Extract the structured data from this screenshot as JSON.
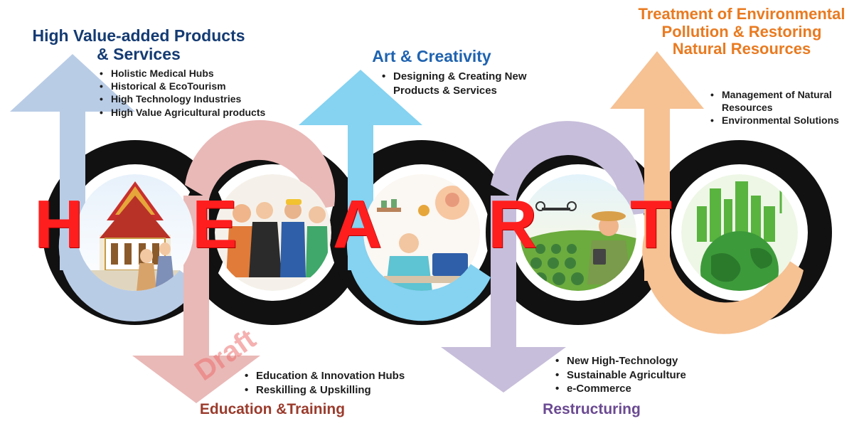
{
  "pillars": {
    "h": {
      "letter": "H",
      "title": "High Value-added Products & Services",
      "bullets": [
        "Holistic Medical Hubs",
        "Historical & EcoTourism",
        "High Technology Industries",
        "High Value Agricultural products"
      ],
      "arrow_color": "#b9cce6",
      "title_color": "#143b73"
    },
    "e": {
      "letter": "E",
      "title": "Education &Training",
      "bullets": [
        "Education & Innovation Hubs",
        "Reskilling & Upskilling"
      ],
      "arrow_color": "#e9b9b7",
      "title_color": "#9b3b2c"
    },
    "a": {
      "letter": "A",
      "title": "Art & Creativity",
      "bullets": [
        "Designing & Creating New Products & Services"
      ],
      "arrow_color": "#85d2f1",
      "title_color": "#1f63b0"
    },
    "r": {
      "letter": "R",
      "title": "Restructuring",
      "bullets": [
        "New High-Technology",
        "Sustainable Agriculture",
        "e-Commerce"
      ],
      "arrow_color": "#c7bedb",
      "title_color": "#6b4a93"
    },
    "t": {
      "letter": "T",
      "title": "Treatment of Environmental Pollution & Restoring Natural Resources",
      "bullets": [
        "Management of Natural Resources",
        "Environmental Solutions"
      ],
      "arrow_color": "#f6c193",
      "title_color": "#e97a20"
    }
  },
  "watermark": "Draft",
  "colors": {
    "ring": "#111111",
    "letter": "#ff1e1e"
  }
}
